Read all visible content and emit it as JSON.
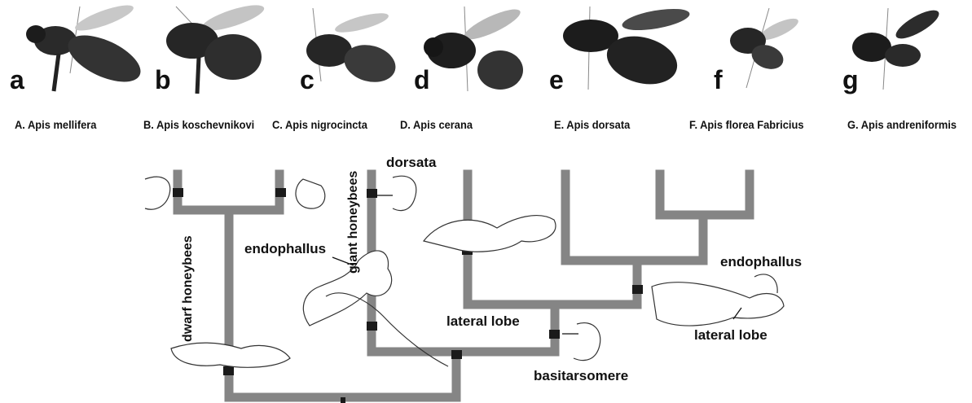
{
  "species": [
    {
      "letter": "a",
      "caption": "A. Apis mellifera"
    },
    {
      "letter": "b",
      "caption": "B. Apis koschevnikovi"
    },
    {
      "letter": "c",
      "caption": "C. Apis nigrocincta"
    },
    {
      "letter": "d",
      "caption": "D. Apis cerana"
    },
    {
      "letter": "e",
      "caption": "E. Apis dorsata"
    },
    {
      "letter": "f",
      "caption": "F. Apis florea Fabricius"
    },
    {
      "letter": "g",
      "caption": "G. Apis andreniformis"
    }
  ],
  "labels": {
    "dwarf": "dwarf honeybees",
    "giant": "giant honeybees",
    "dorsata": "dorsata",
    "endophallus_left": "endophallus",
    "endophallus_right": "endophallus",
    "lateral_lobe_left": "lateral lobe",
    "lateral_lobe_right": "lateral lobe",
    "basitarsomere": "basitarsomere"
  },
  "colors": {
    "branch": "#858585",
    "marker": "#1a1a1a",
    "text": "#111111"
  }
}
